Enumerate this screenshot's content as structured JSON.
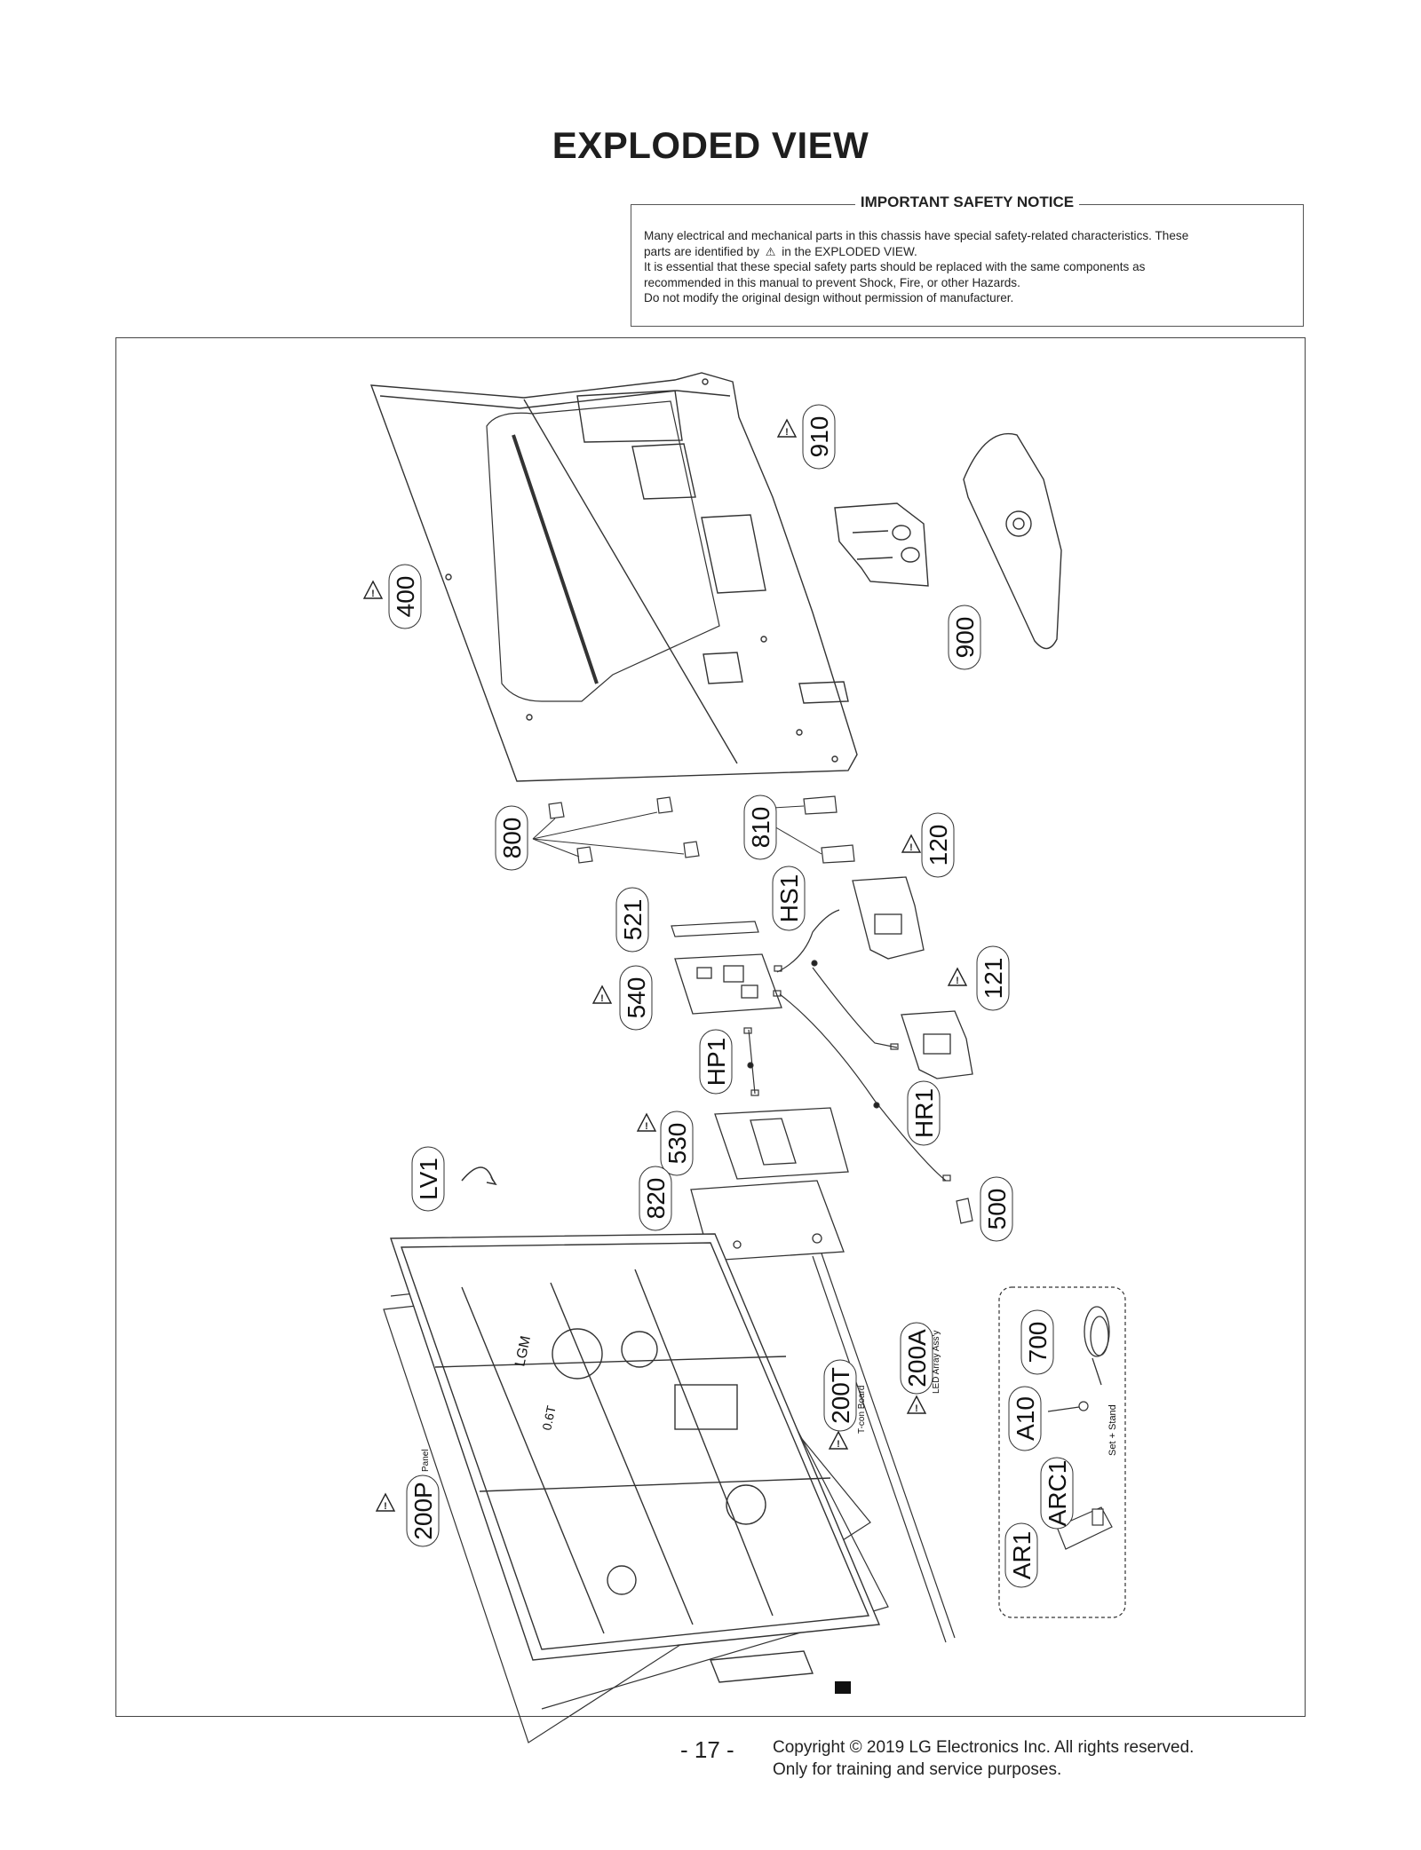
{
  "title": "EXPLODED VIEW",
  "notice": {
    "heading": "IMPORTANT SAFETY NOTICE",
    "line1": "Many electrical and mechanical parts in this chassis have special safety-related characteristics. These",
    "line2_pre": "parts are identified by",
    "line2_post": "in the EXPLODED VIEW.",
    "line3": "It is essential that these special safety parts should be replaced with the same components as",
    "line4": "recommended in this manual to prevent Shock, Fire, or other Hazards.",
    "line5": "Do not modify the original design without permission of manufacturer."
  },
  "parts": {
    "p910": "910",
    "p400": "400",
    "p900": "900",
    "p800": "800",
    "p810": "810",
    "p120": "120",
    "pHS1": "HS1",
    "p521": "521",
    "p540": "540",
    "p121": "121",
    "pHP1": "HP1",
    "pHR1": "HR1",
    "p530": "530",
    "pLV1": "LV1",
    "p820": "820",
    "p500": "500",
    "p200A": "200A",
    "p200T": "200T",
    "p200P": "200P",
    "p700": "700",
    "pA10": "A10",
    "pARC1": "ARC1",
    "pAR1": "AR1"
  },
  "captions": {
    "led": "LED Array Ass'y",
    "tcon": "T-con Board",
    "panel": "Panel",
    "setstand": "Set + Stand",
    "panel_mark1": "LGM",
    "panel_mark2": "0.6T"
  },
  "warning_icon": "warning-triangle-icon",
  "footer": {
    "page": "- 17 -",
    "copyright": "Copyright © 2019 LG Electronics Inc. All rights reserved.",
    "purpose": "Only for training and service purposes."
  }
}
